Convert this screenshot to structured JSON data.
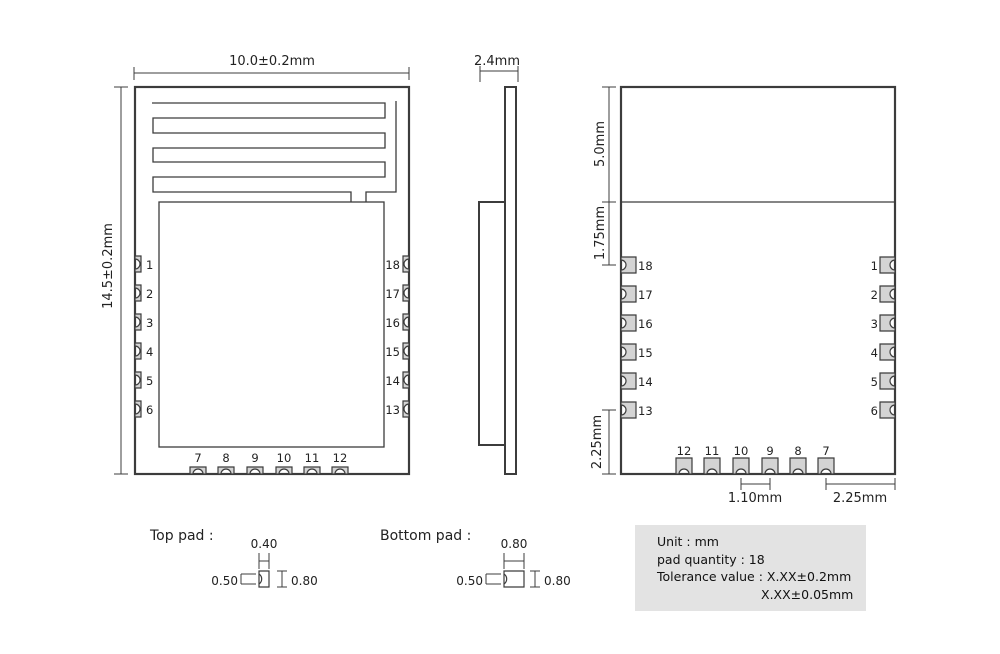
{
  "top_view": {
    "width_dim": "10.0±0.2mm",
    "height_dim": "14.5±0.2mm",
    "left_pins": [
      "1",
      "2",
      "3",
      "4",
      "5",
      "6"
    ],
    "right_pins": [
      "18",
      "17",
      "16",
      "15",
      "14",
      "13"
    ],
    "bottom_pins": [
      "7",
      "8",
      "9",
      "10",
      "11",
      "12"
    ]
  },
  "side_view": {
    "thickness_dim": "2.4mm"
  },
  "bottom_view": {
    "antenna_dim": "5.0mm",
    "first_pad_dim": "1.75mm",
    "last_pad_dim": "2.25mm",
    "pitch_dim": "1.10mm",
    "edge_dim": "2.25mm",
    "left_pins": [
      "18",
      "17",
      "16",
      "15",
      "14",
      "13"
    ],
    "right_pins": [
      "1",
      "2",
      "3",
      "4",
      "5",
      "6"
    ],
    "bottom_pins": [
      "12",
      "11",
      "10",
      "9",
      "8",
      "7"
    ]
  },
  "top_pad": {
    "title": "Top pad :",
    "width": "0.40",
    "radius": "0.50",
    "length": "0.80"
  },
  "bottom_pad": {
    "title": "Bottom pad :",
    "width": "0.80",
    "radius": "0.50",
    "length": "0.80"
  },
  "info": {
    "unit": "Unit : mm",
    "pad_quantity": "pad quantity : 18",
    "tolerance_label": "Tolerance value : X.XX±0.2mm",
    "tolerance_line2": "X.XX±0.05mm"
  },
  "colors": {
    "line": "#3c3c3c",
    "pad_fill": "#d4d4d4",
    "info_bg": "#e3e3e3"
  }
}
